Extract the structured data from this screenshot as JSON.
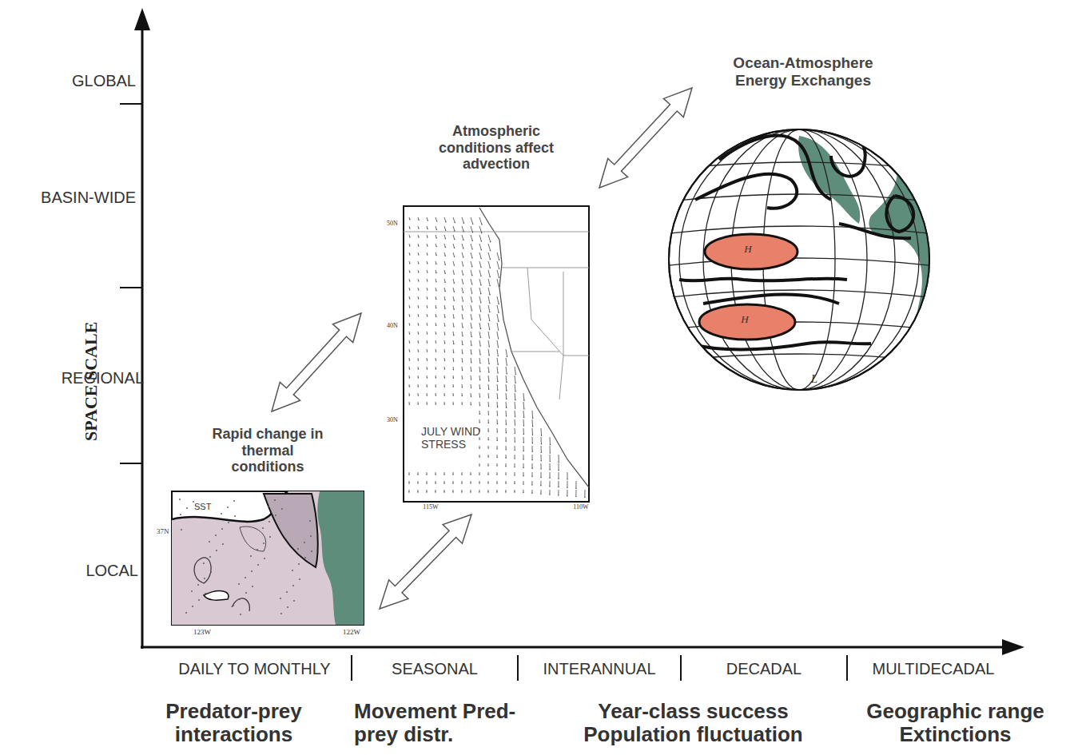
{
  "diagram": {
    "nodes": [
      {
        "text": [
          "Rapid change in thermal conditions",
          "SST"
        ]
      },
      {
        "text": [
          "Atmospheric conditions affect advection",
          "JULY WIND STRESS"
        ]
      },
      {
        "text": [
          "Ocean-Atmosphere Energy Exchanges"
        ]
      }
    ],
    "edges": [
      {
        "from": 0,
        "to": 1,
        "arrow": "both"
      },
      {
        "from": 0,
        "to": 1,
        "arrow": "both"
      },
      {
        "from": 1,
        "to": 2,
        "arrow": "both"
      }
    ],
    "labels": [
      "SPACE SCALE",
      "GLOBAL",
      "BASIN-WIDE",
      "REGIONAL",
      "LOCAL",
      "DAILY TO MONTHLY",
      "SEASONAL",
      "INTERANNUAL",
      "DECADAL",
      "MULTIDECADAL",
      "Predator-prey interactions",
      "Movement Pred-prey distr.",
      "Year-class success Population fluctuation",
      "Geographic range Extinctions",
      "37N",
      "123W",
      "122W",
      "50N",
      "40N",
      "30N",
      "115W",
      "110W",
      "H",
      "H",
      "L"
    ]
  }
}
